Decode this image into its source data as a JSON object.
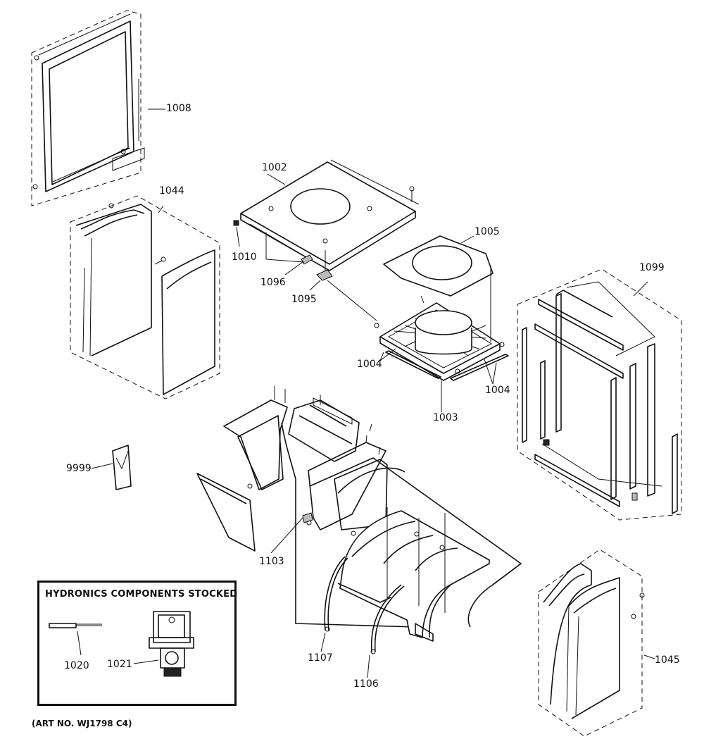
{
  "callouts": {
    "c1008": "1008",
    "c1044": "1044",
    "c1002": "1002",
    "c1010": "1010",
    "c1096": "1096",
    "c1095": "1095",
    "c1005": "1005",
    "c1099": "1099",
    "c1004a": "1004",
    "c1004b": "1004",
    "c1003": "1003",
    "c9999": "9999",
    "c1103": "1103",
    "c1107": "1107",
    "c1106": "1106",
    "c1045": "1045",
    "c1020": "1020",
    "c1021": "1021"
  },
  "legend": {
    "title": "HYDRONICS COMPONENTS STOCKED"
  },
  "footer": {
    "art_number": "(ART NO. WJ1798 C4)"
  }
}
